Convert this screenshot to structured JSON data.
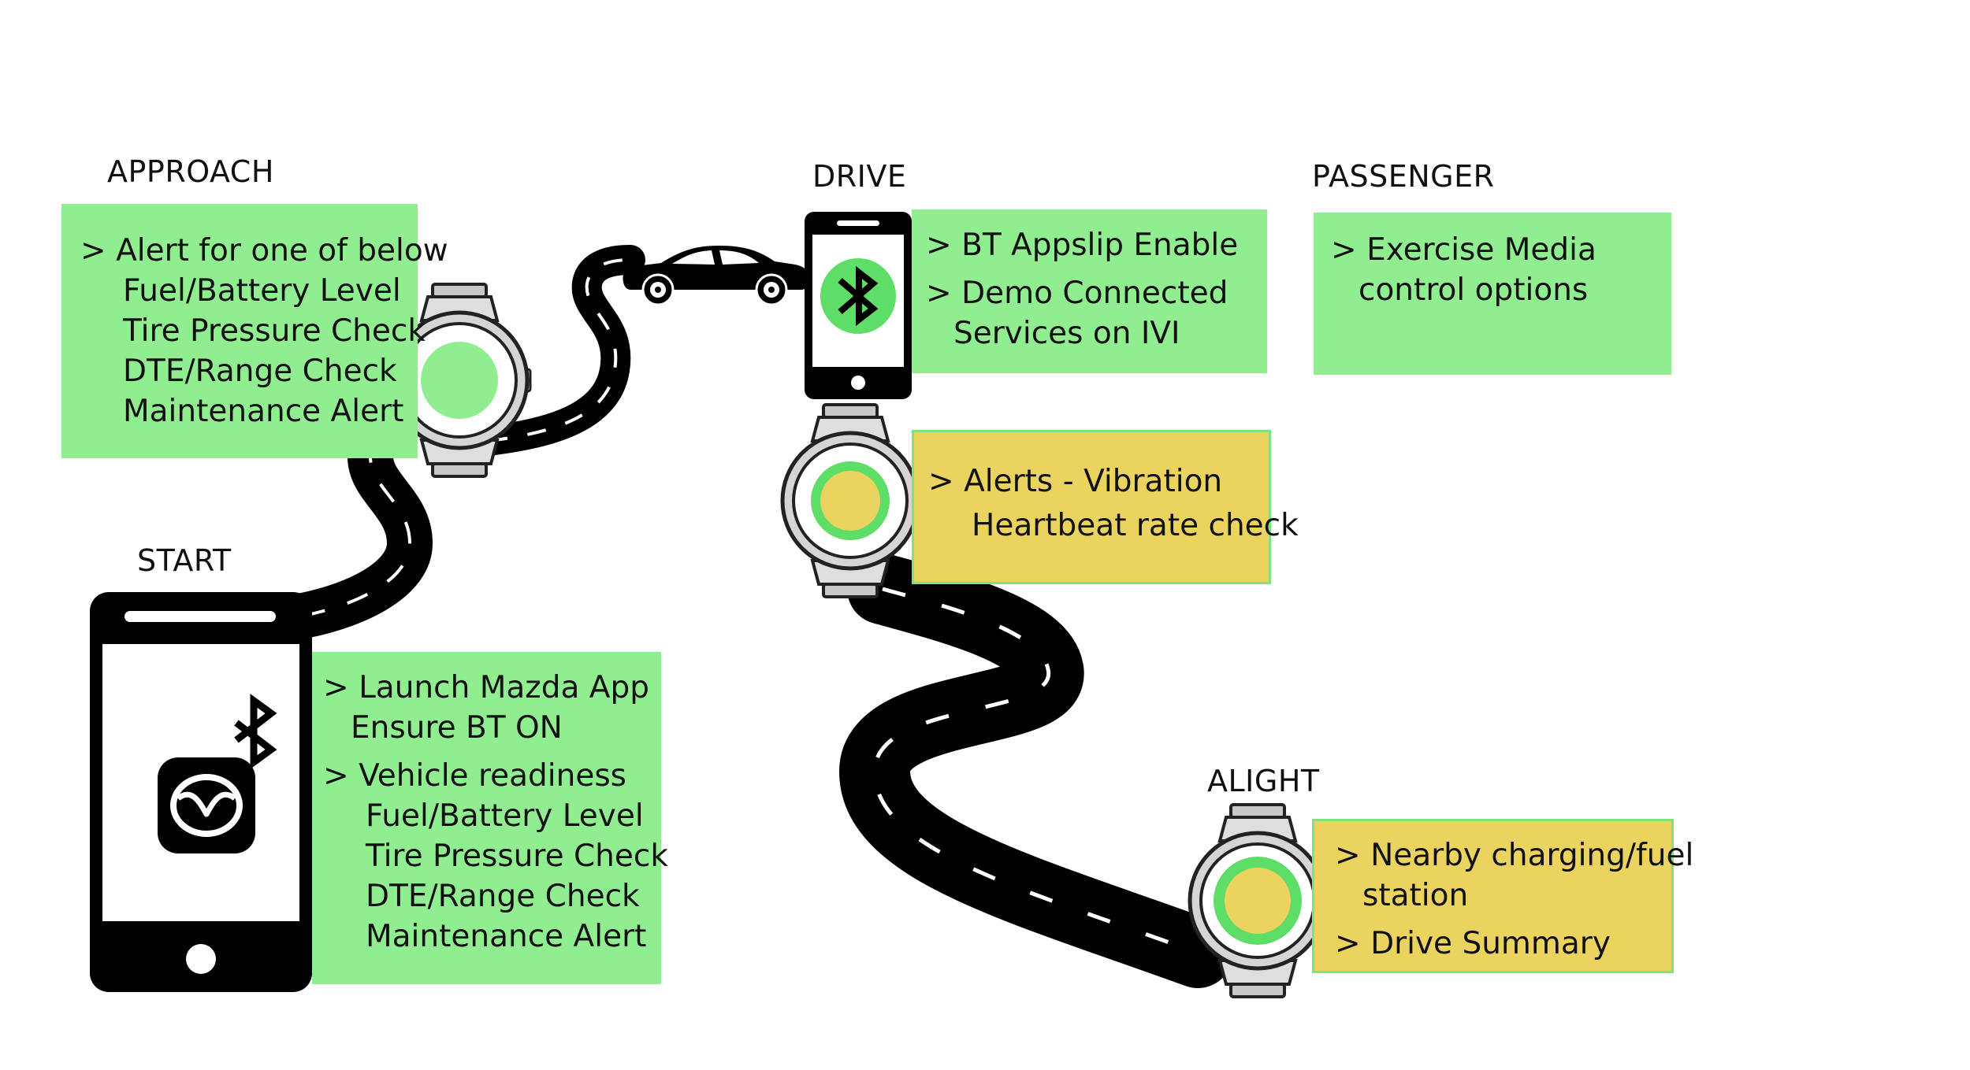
{
  "colors": {
    "green_box": "#90ee90",
    "yellow_box": "#ead35f",
    "road": "#000000",
    "watch_ring": "#5fde67",
    "watch_face_yellow": "#ead35f"
  },
  "icons": {
    "phone": "smartphone-icon",
    "bluetooth": "bluetooth-icon",
    "mazda": "mazda-app-icon",
    "car": "car-icon",
    "watch": "smartwatch-icon"
  },
  "stages": {
    "approach": {
      "title": "APPROACH",
      "lines": [
        "> Alert for one of below",
        "Fuel/Battery Level",
        "Tire Pressure Check",
        "DTE/Range Check",
        "Maintenance Alert"
      ]
    },
    "start": {
      "title": "START",
      "lines": [
        "> Launch Mazda App",
        "Ensure BT ON",
        "> Vehicle readiness",
        "Fuel/Battery Level",
        "Tire Pressure Check",
        "DTE/Range Check",
        "Maintenance Alert"
      ]
    },
    "drive": {
      "title": "DRIVE",
      "lines": [
        "> BT Appslip Enable",
        "> Demo Connected",
        "Services on IVI"
      ],
      "watch_lines": [
        "> Alerts - Vibration",
        "Heartbeat rate check"
      ]
    },
    "passenger": {
      "title": "PASSENGER",
      "lines": [
        "> Exercise Media",
        "control options"
      ]
    },
    "alight": {
      "title": "ALIGHT",
      "lines": [
        "> Nearby charging/fuel",
        "station",
        "> Drive Summary"
      ]
    }
  }
}
